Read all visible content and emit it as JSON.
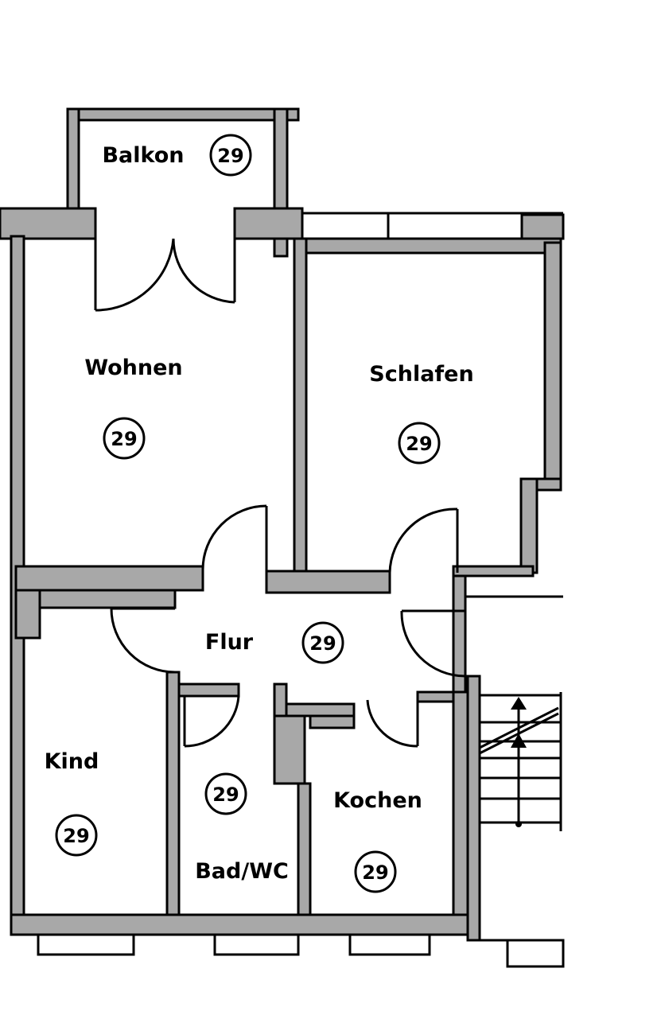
{
  "plan": {
    "rooms": [
      {
        "id": "balkon",
        "label": "Balkon",
        "number": "29"
      },
      {
        "id": "wohnen",
        "label": "Wohnen",
        "number": "29"
      },
      {
        "id": "schlafen",
        "label": "Schlafen",
        "number": "29"
      },
      {
        "id": "flur",
        "label": "Flur",
        "number": "29"
      },
      {
        "id": "kind",
        "label": "Kind",
        "number": "29"
      },
      {
        "id": "bad",
        "label": "Bad/WC",
        "number": "29"
      },
      {
        "id": "kochen",
        "label": "Kochen",
        "number": "29"
      }
    ]
  }
}
